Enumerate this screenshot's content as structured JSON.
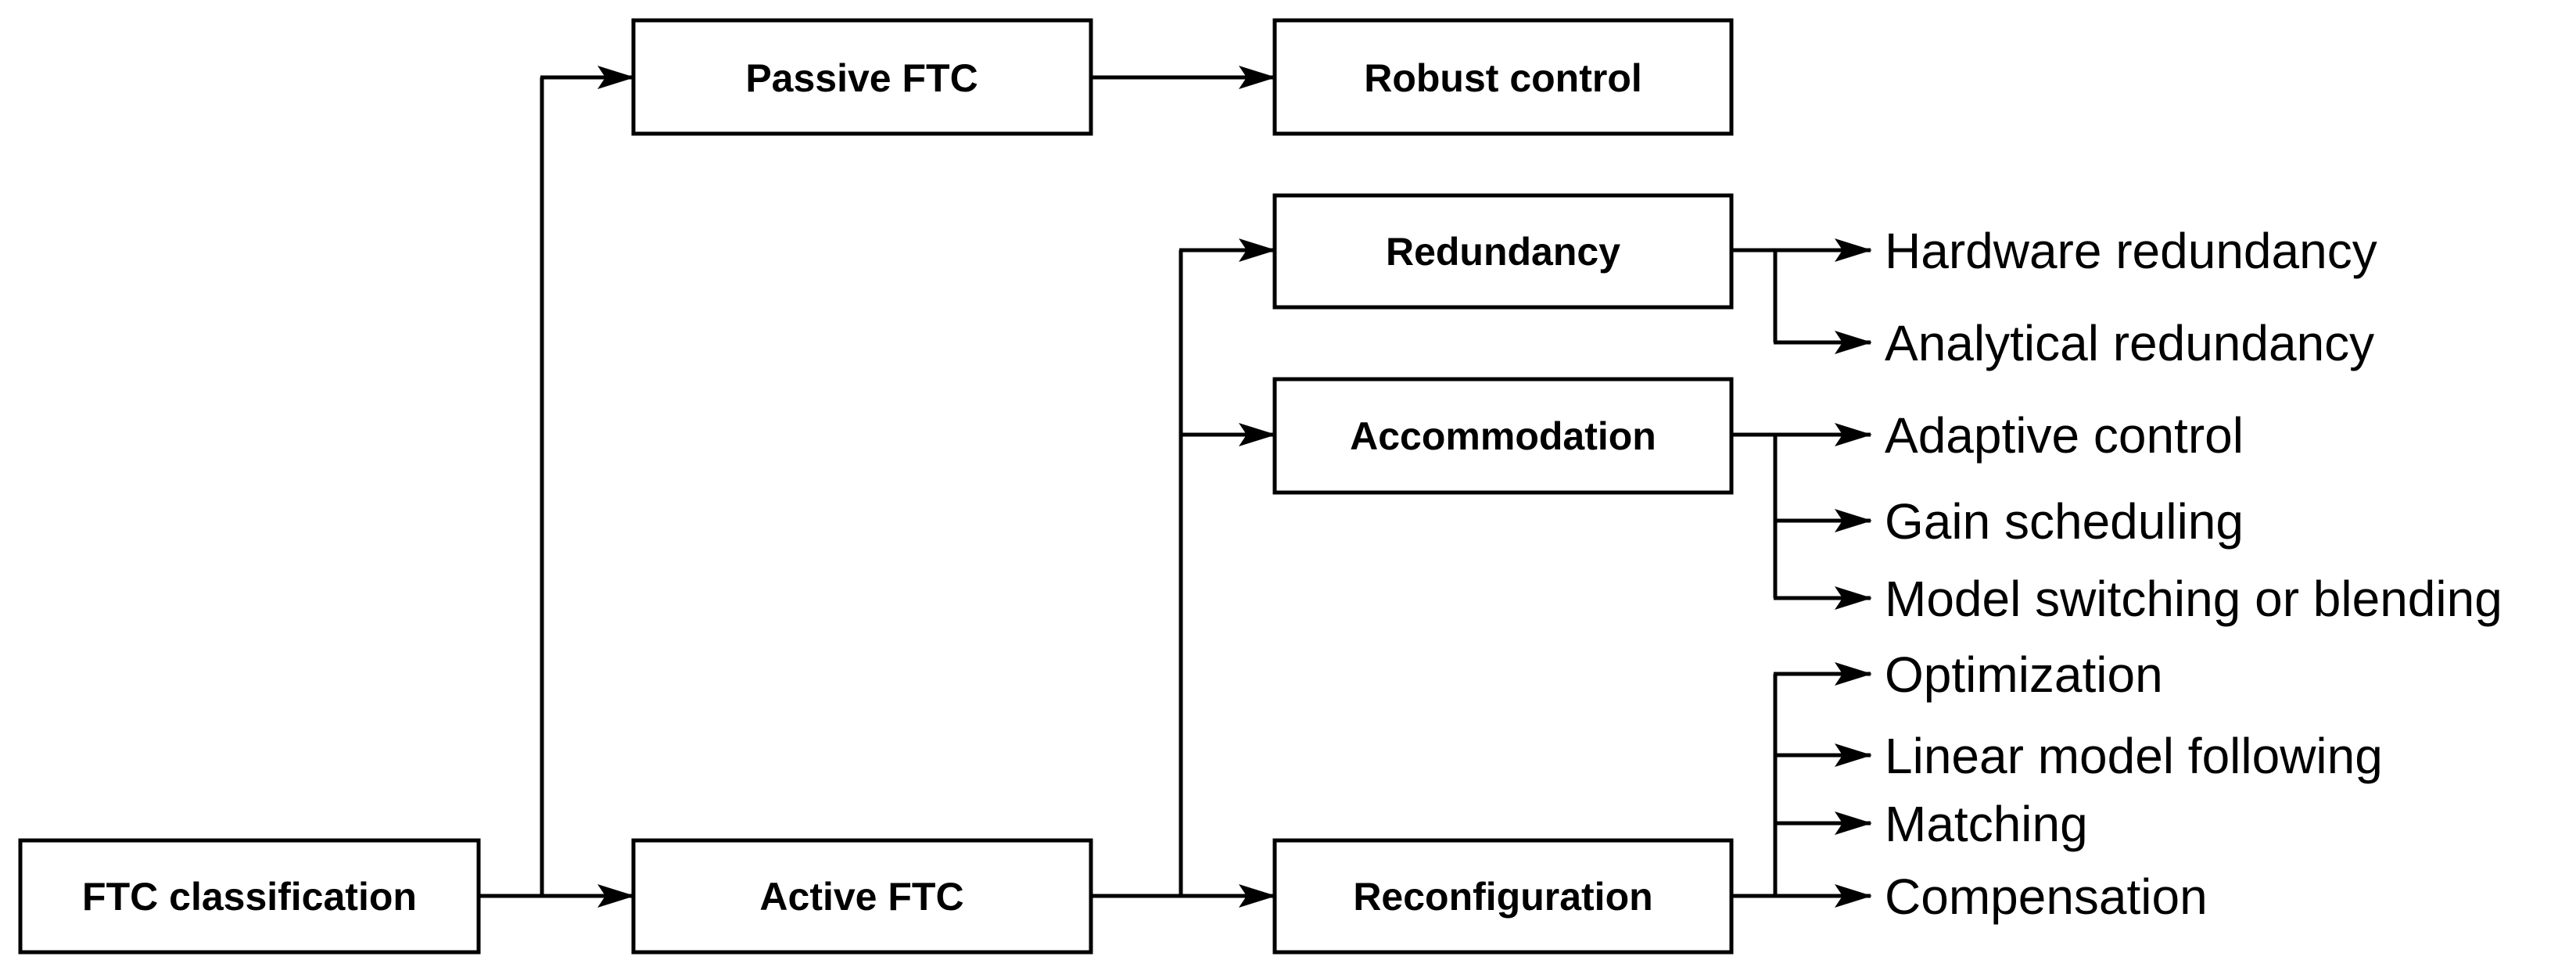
{
  "nodes": {
    "ftc_classification": "FTC classification",
    "passive_ftc": "Passive FTC",
    "active_ftc": "Active FTC",
    "robust_control": "Robust control",
    "redundancy": "Redundancy",
    "accommodation": "Accommodation",
    "reconfiguration": "Reconfiguration"
  },
  "leaves": {
    "redundancy": [
      "Hardware redundancy",
      "Analytical redundancy"
    ],
    "accommodation": [
      "Adaptive control",
      "Gain scheduling",
      "Model switching or blending"
    ],
    "reconfiguration": [
      "Optimization",
      "Linear model following",
      "Matching",
      "Compensation"
    ]
  }
}
